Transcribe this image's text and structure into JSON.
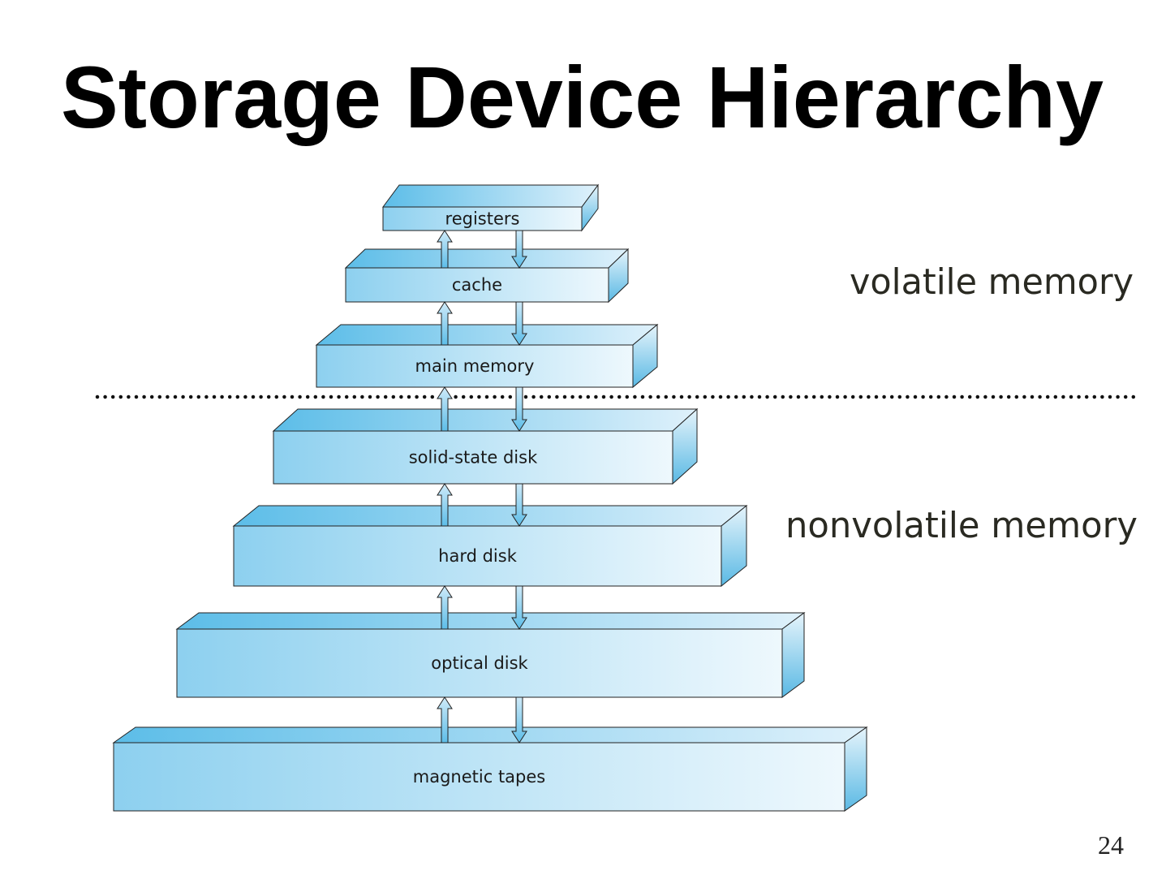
{
  "title": "Storage Device Hierarchy",
  "levels": [
    {
      "label": "registers"
    },
    {
      "label": "cache"
    },
    {
      "label": "main memory"
    },
    {
      "label": "solid-state disk"
    },
    {
      "label": "hard disk"
    },
    {
      "label": "optical disk"
    },
    {
      "label": "magnetic tapes"
    }
  ],
  "regions": {
    "volatile": "volatile memory",
    "nonvolatile": "nonvolatile memory"
  },
  "page_number": "24",
  "colors": {
    "front_dark": "#8dd0ef",
    "front_light": "#eef8fd",
    "top_dark": "#5cbde8",
    "top_light": "#dff1fb",
    "side_dark": "#5ab9e4",
    "side_light": "#e6f4fb"
  }
}
